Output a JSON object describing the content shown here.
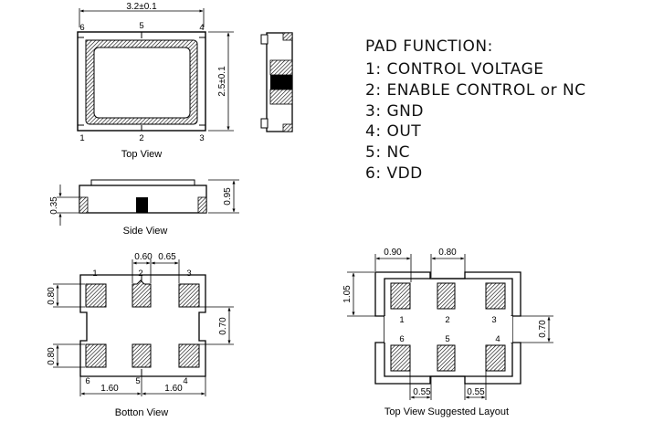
{
  "top_view": {
    "dim_width": "3.2±0.1",
    "dim_height": "2.5±0.1",
    "pins": {
      "p1": "1",
      "p2": "2",
      "p3": "3",
      "p4": "4",
      "p5": "5",
      "p6": "6"
    },
    "caption": "Top View"
  },
  "side_view": {
    "dim_pad": "0.35",
    "dim_total": "0.95",
    "caption": "Side View"
  },
  "bottom_view": {
    "dim_pad_w2": "0.60",
    "dim_gap": "0.65",
    "dim_pad_h_top": "0.80",
    "dim_pad_h_bottom": "0.80",
    "dim_row_gap": "0.70",
    "dim_pitch_left": "1.60",
    "dim_pitch_right": "1.60",
    "pins": {
      "p1": "1",
      "p2": "2",
      "p3": "3",
      "p4": "4",
      "p5": "5",
      "p6": "6"
    },
    "caption": "Botton View"
  },
  "layout_view": {
    "dim_pad_w": "0.90",
    "dim_pad_w_mid": "0.80",
    "dim_pad_h": "1.05",
    "dim_row_gap": "0.70",
    "dim_gap_left": "0.55",
    "dim_gap_right": "0.55",
    "pins": {
      "p1": "1",
      "p2": "2",
      "p3": "3",
      "p4": "4",
      "p5": "5",
      "p6": "6"
    },
    "caption": "Top View Suggested Layout"
  },
  "pad_function": {
    "title": "PAD FUNCTION:",
    "items": [
      "1:  CONTROL VOLTAGE",
      "2:  ENABLE CONTROL or NC",
      "3:  GND",
      "4:  OUT",
      "5:  NC",
      "6:  VDD"
    ]
  }
}
